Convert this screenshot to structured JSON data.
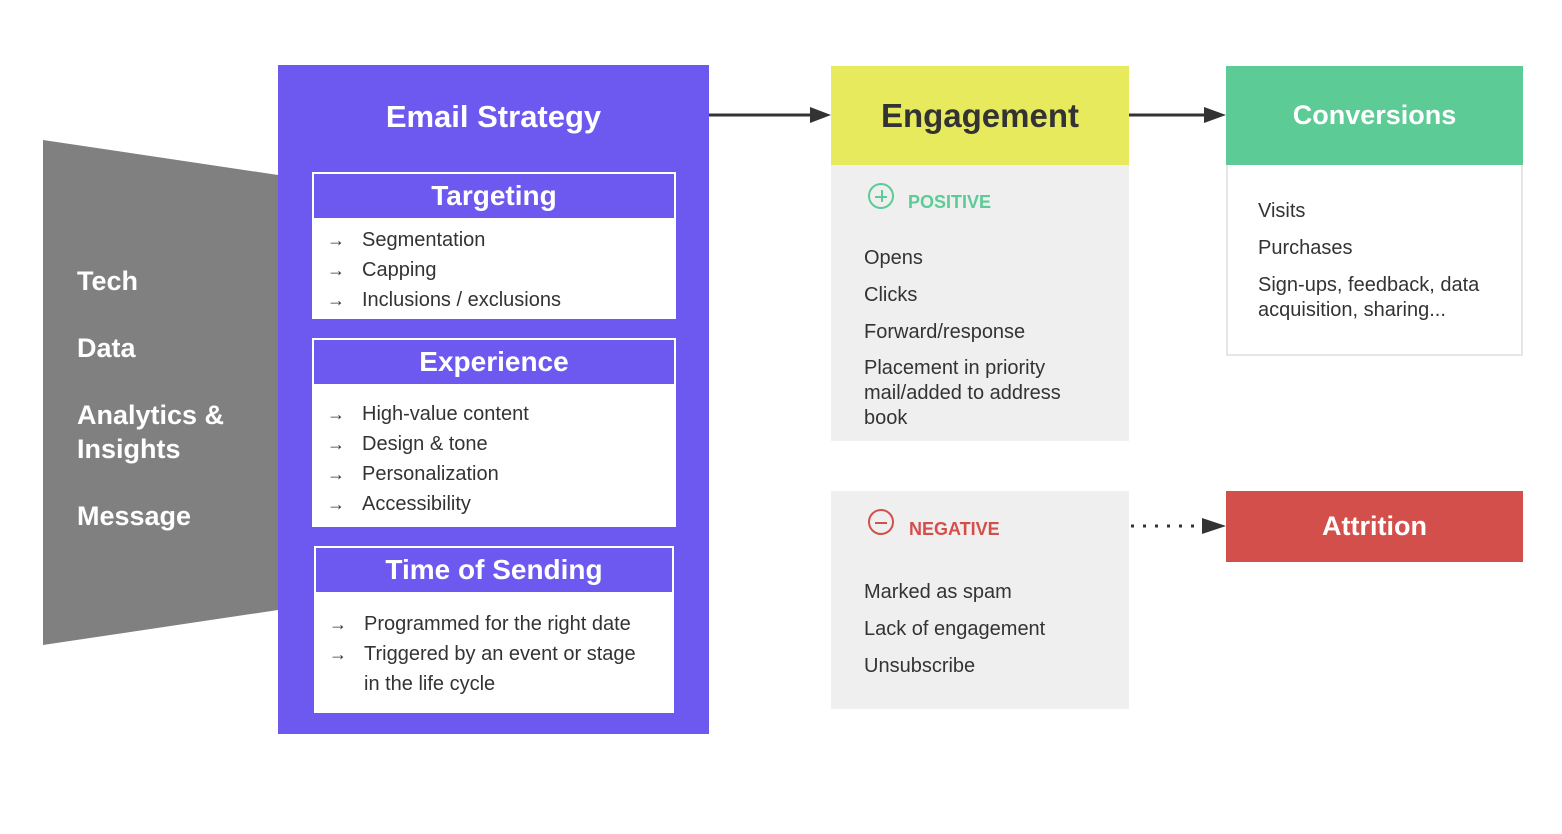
{
  "funnel": {
    "items": [
      "Tech",
      "Data",
      "Analytics &\nInsights",
      "Message"
    ]
  },
  "strategy": {
    "title": "Email Strategy",
    "targeting": {
      "title": "Targeting",
      "items": [
        "Segmentation",
        "Capping",
        "Inclusions / exclusions"
      ]
    },
    "experience": {
      "title": "Experience",
      "items": [
        "High-value content",
        "Design & tone",
        "Personalization",
        "Accessibility"
      ]
    },
    "timing": {
      "title": "Time of Sending",
      "items": [
        "Programmed for the right date",
        "Triggered by an event or stage in the life cycle"
      ]
    },
    "arrow_glyph": "→"
  },
  "engagement": {
    "title": "Engagement",
    "positive_label": "POSITIVE",
    "positive_items": [
      "Opens",
      "Clicks",
      "Forward/response",
      "Placement in priority mail/added to address book"
    ],
    "negative_label": "NEGATIVE",
    "negative_items": [
      "Marked as spam",
      "Lack of engagement",
      "Unsubscribe"
    ]
  },
  "conversions": {
    "title": "Conversions",
    "items": [
      "Visits",
      "Purchases",
      "Sign-ups, feedback, data acquisition, sharing..."
    ]
  },
  "attrition": {
    "title": "Attrition"
  },
  "colors": {
    "purple": "#6e59f0",
    "funnel_gray": "#808080",
    "engagement_yellow": "#e7ea5c",
    "conversions_green": "#5ccb96",
    "attrition_red": "#d34f4b",
    "positive_green": "#5ccb96",
    "negative_red": "#d34f4b",
    "panel_gray": "#efefef"
  }
}
